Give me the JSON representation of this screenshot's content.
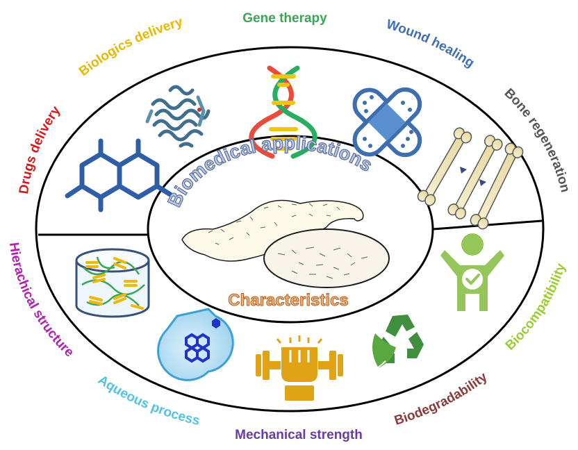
{
  "center": {
    "top_label": "Biomedical applications",
    "bottom_label": "Characteristics"
  },
  "applications": [
    {
      "label": "Drugs delivery",
      "color": "#d7191c",
      "icon": "molecule-icon"
    },
    {
      "label": "Biologics delivery",
      "color": "#e8b800",
      "icon": "protein-icon"
    },
    {
      "label": "Gene therapy",
      "color": "#3aa655",
      "icon": "dna-icon"
    },
    {
      "label": "Wound healing",
      "color": "#3f6fb5",
      "icon": "bandage-icon"
    },
    {
      "label": "Bone regeneration",
      "color": "#555555",
      "icon": "bone-icon"
    }
  ],
  "characteristics": [
    {
      "label": "Hierachical structure",
      "color": "#b31fb3",
      "icon": "scaffold-icon"
    },
    {
      "label": "Aqueous process",
      "color": "#4fc3e8",
      "icon": "water-drop-icon"
    },
    {
      "label": "Mechanical strength",
      "color": "#6a3aa8",
      "icon": "strength-icon"
    },
    {
      "label": "Biodegradability",
      "color": "#8b3a3a",
      "icon": "recycle-icon"
    },
    {
      "label": "Biocompatibility",
      "color": "#9acd32",
      "icon": "person-check-icon"
    }
  ]
}
